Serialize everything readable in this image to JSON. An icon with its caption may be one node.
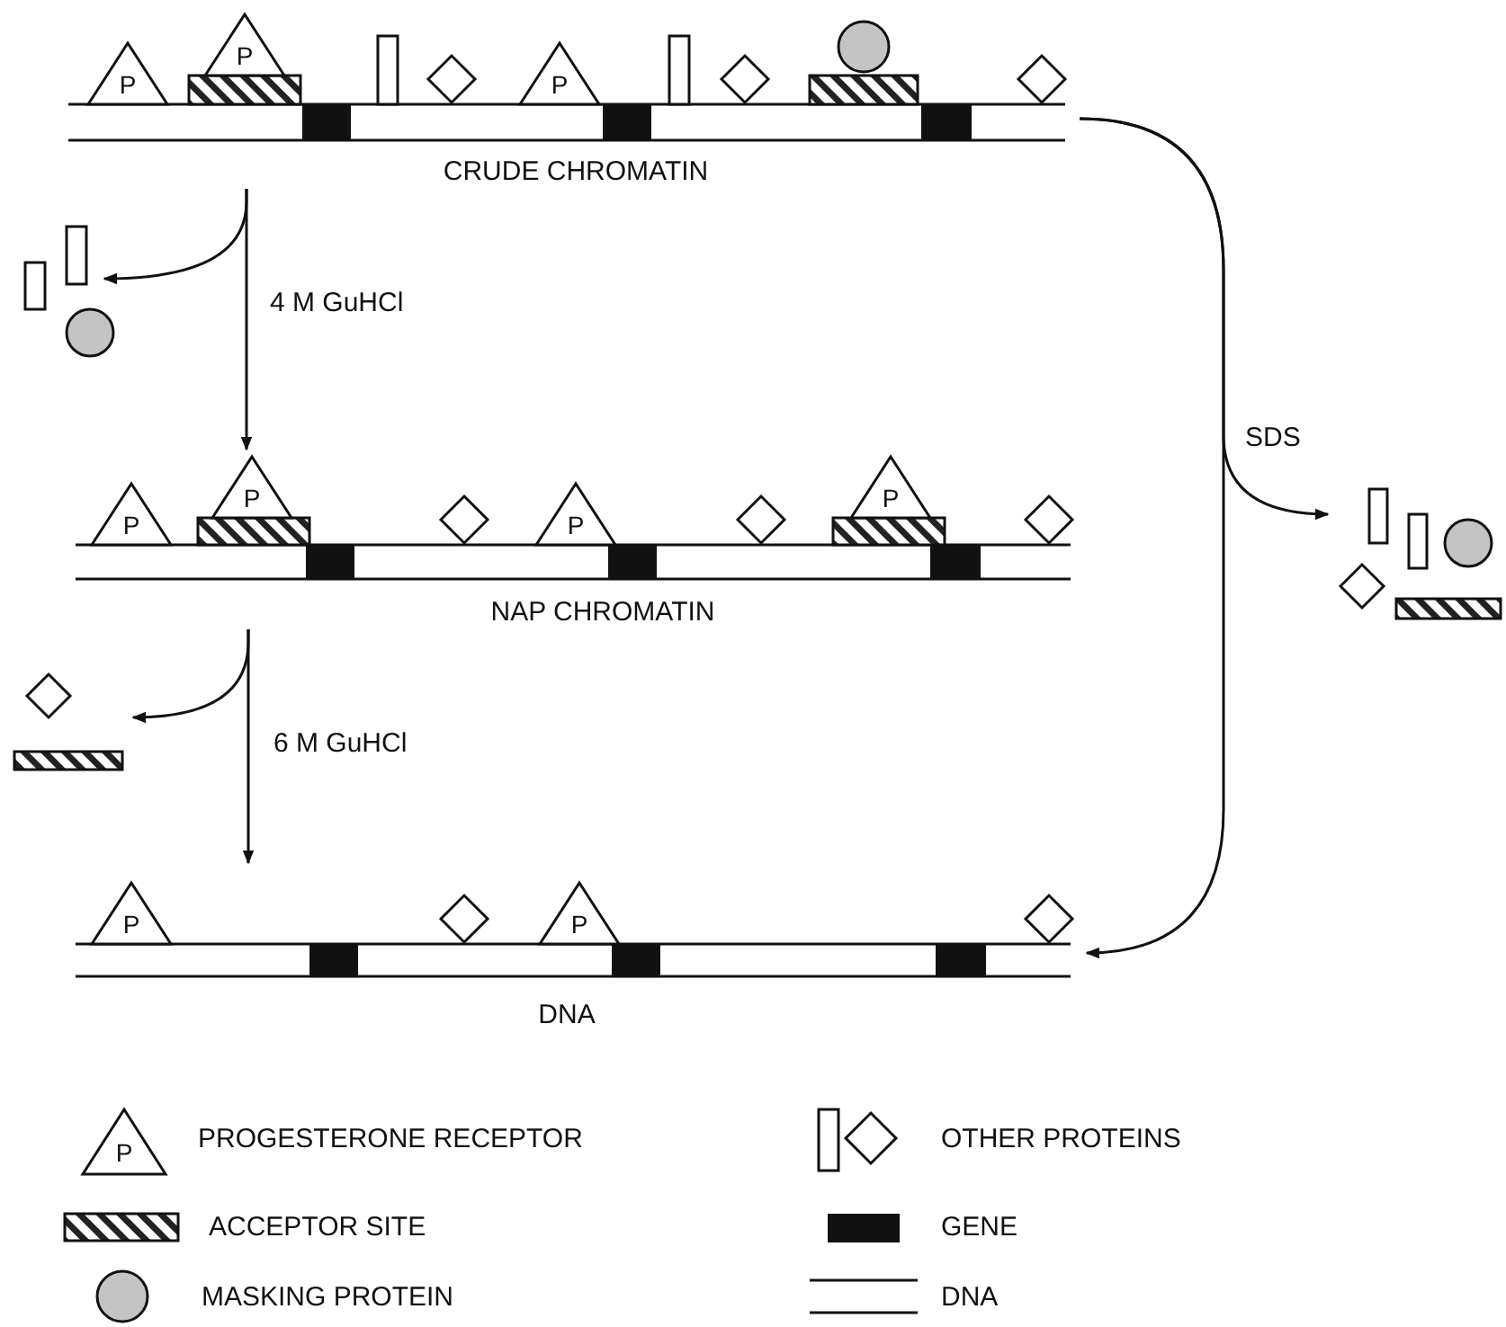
{
  "diagram": {
    "nodes": [
      {
        "text": [
          "CRUDE CHROMATIN"
        ]
      },
      {
        "text": [],
        "shape": "picture"
      },
      {
        "text": [
          "NAP CHROMATIN"
        ]
      },
      {
        "text": [],
        "shape": "picture"
      },
      {
        "text": [
          "DNA"
        ]
      },
      {
        "text": [],
        "shape": "picture"
      }
    ],
    "edges": [
      {
        "from": 0,
        "to": 2,
        "arrow": "to",
        "label": "4 M GuHCl"
      },
      {
        "from": 0,
        "to": 1,
        "arrow": "to"
      },
      {
        "from": 2,
        "to": 4,
        "arrow": "to",
        "label": "6 M GuHCl"
      },
      {
        "from": 2,
        "to": 3,
        "arrow": "to"
      },
      {
        "from": 0,
        "to": 4,
        "arrow": "to",
        "label": "SDS"
      },
      {
        "from": 0,
        "to": 5,
        "arrow": "to"
      }
    ],
    "labels": [
      "P",
      "P",
      "P",
      "P",
      "P",
      "P",
      "P",
      "P",
      "P",
      "P"
    ],
    "legend": [
      {
        "text": "PROGESTERONE RECEPTOR"
      },
      {
        "text": "ACCEPTOR SITE"
      },
      {
        "text": "MASKING PROTEIN"
      },
      {
        "text": "OTHER PROTEINS"
      },
      {
        "text": "GENE"
      },
      {
        "text": "DNA"
      }
    ]
  }
}
